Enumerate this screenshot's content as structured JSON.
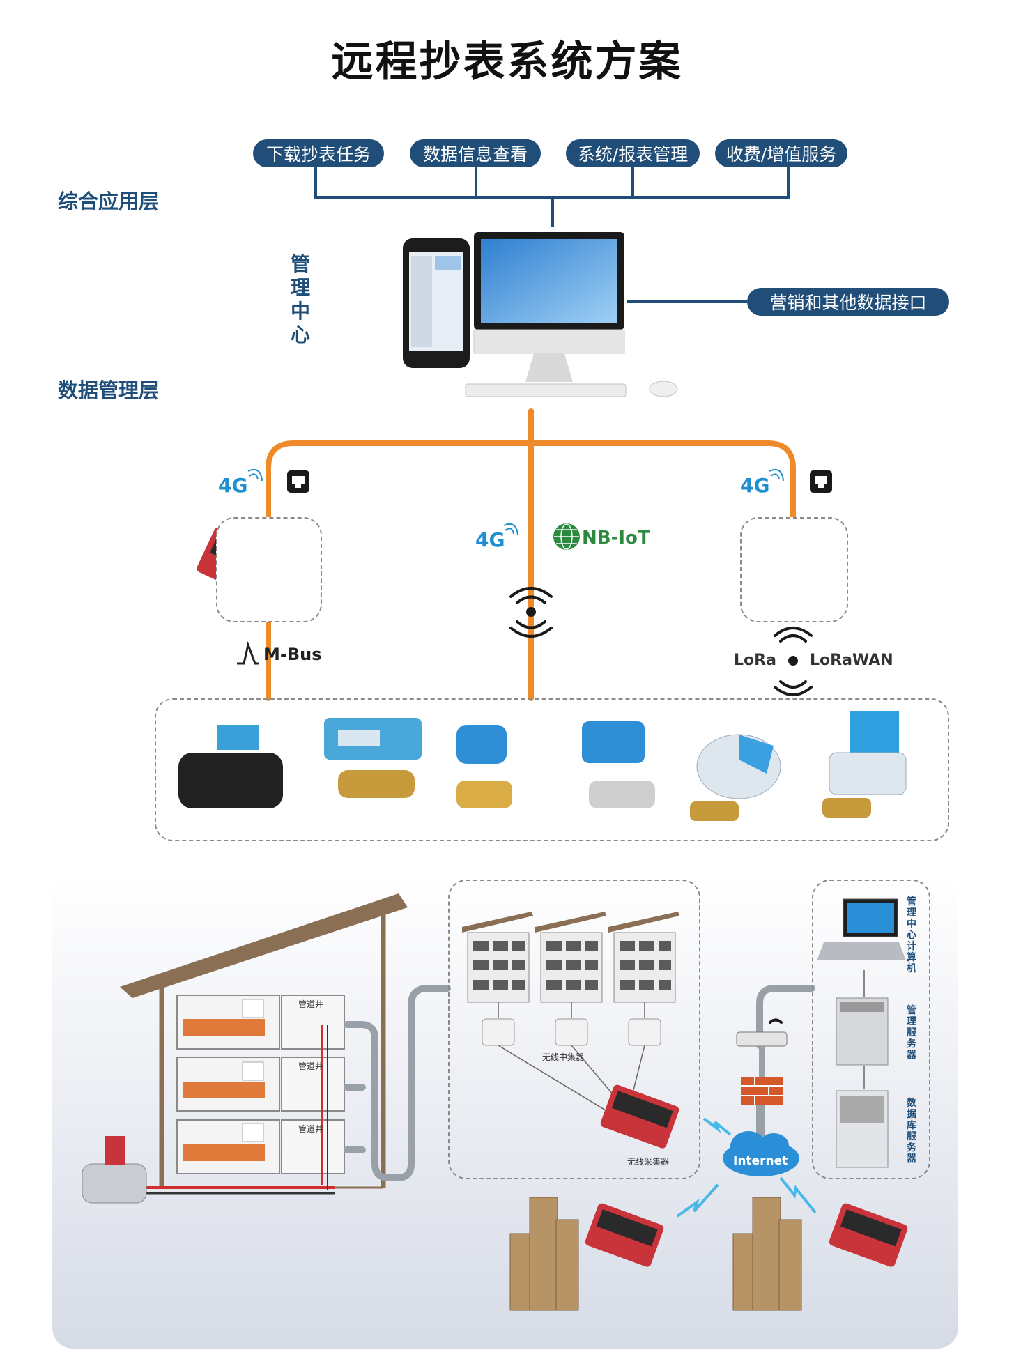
{
  "title": "远程抄表系统方案",
  "layers": {
    "application": "综合应用层",
    "data_management": "数据管理层"
  },
  "application_buttons": [
    "下载抄表任务",
    "数据信息查看",
    "系统/报表管理",
    "收费/增值服务"
  ],
  "management_center": "管理中心",
  "marketing_interface": "营销和其他数据接口",
  "comm_labels": {
    "left_4g": "4G",
    "center_4g": "4G",
    "right_4g": "4G",
    "nbiot": "NB-IoT",
    "mbus": "M-Bus",
    "lora": "LoRa",
    "lorawan": "LoRaWAN"
  },
  "building_labels": {
    "pipe_well_1": "管道井",
    "pipe_well_2": "管道井",
    "pipe_well_3": "管道井",
    "wireless_relay": "无线中集器",
    "wireless_collector": "无线采集器",
    "internet": "Internet"
  },
  "server_labels": [
    "管理中心计算机",
    "管理服务器",
    "数据库服务器"
  ],
  "colors": {
    "navy": "#214e78",
    "orange": "#ef8a2a",
    "pipe_gray": "#9aa0a8",
    "device_red": "#c8343a",
    "internet_blue": "#2a8fd6"
  }
}
